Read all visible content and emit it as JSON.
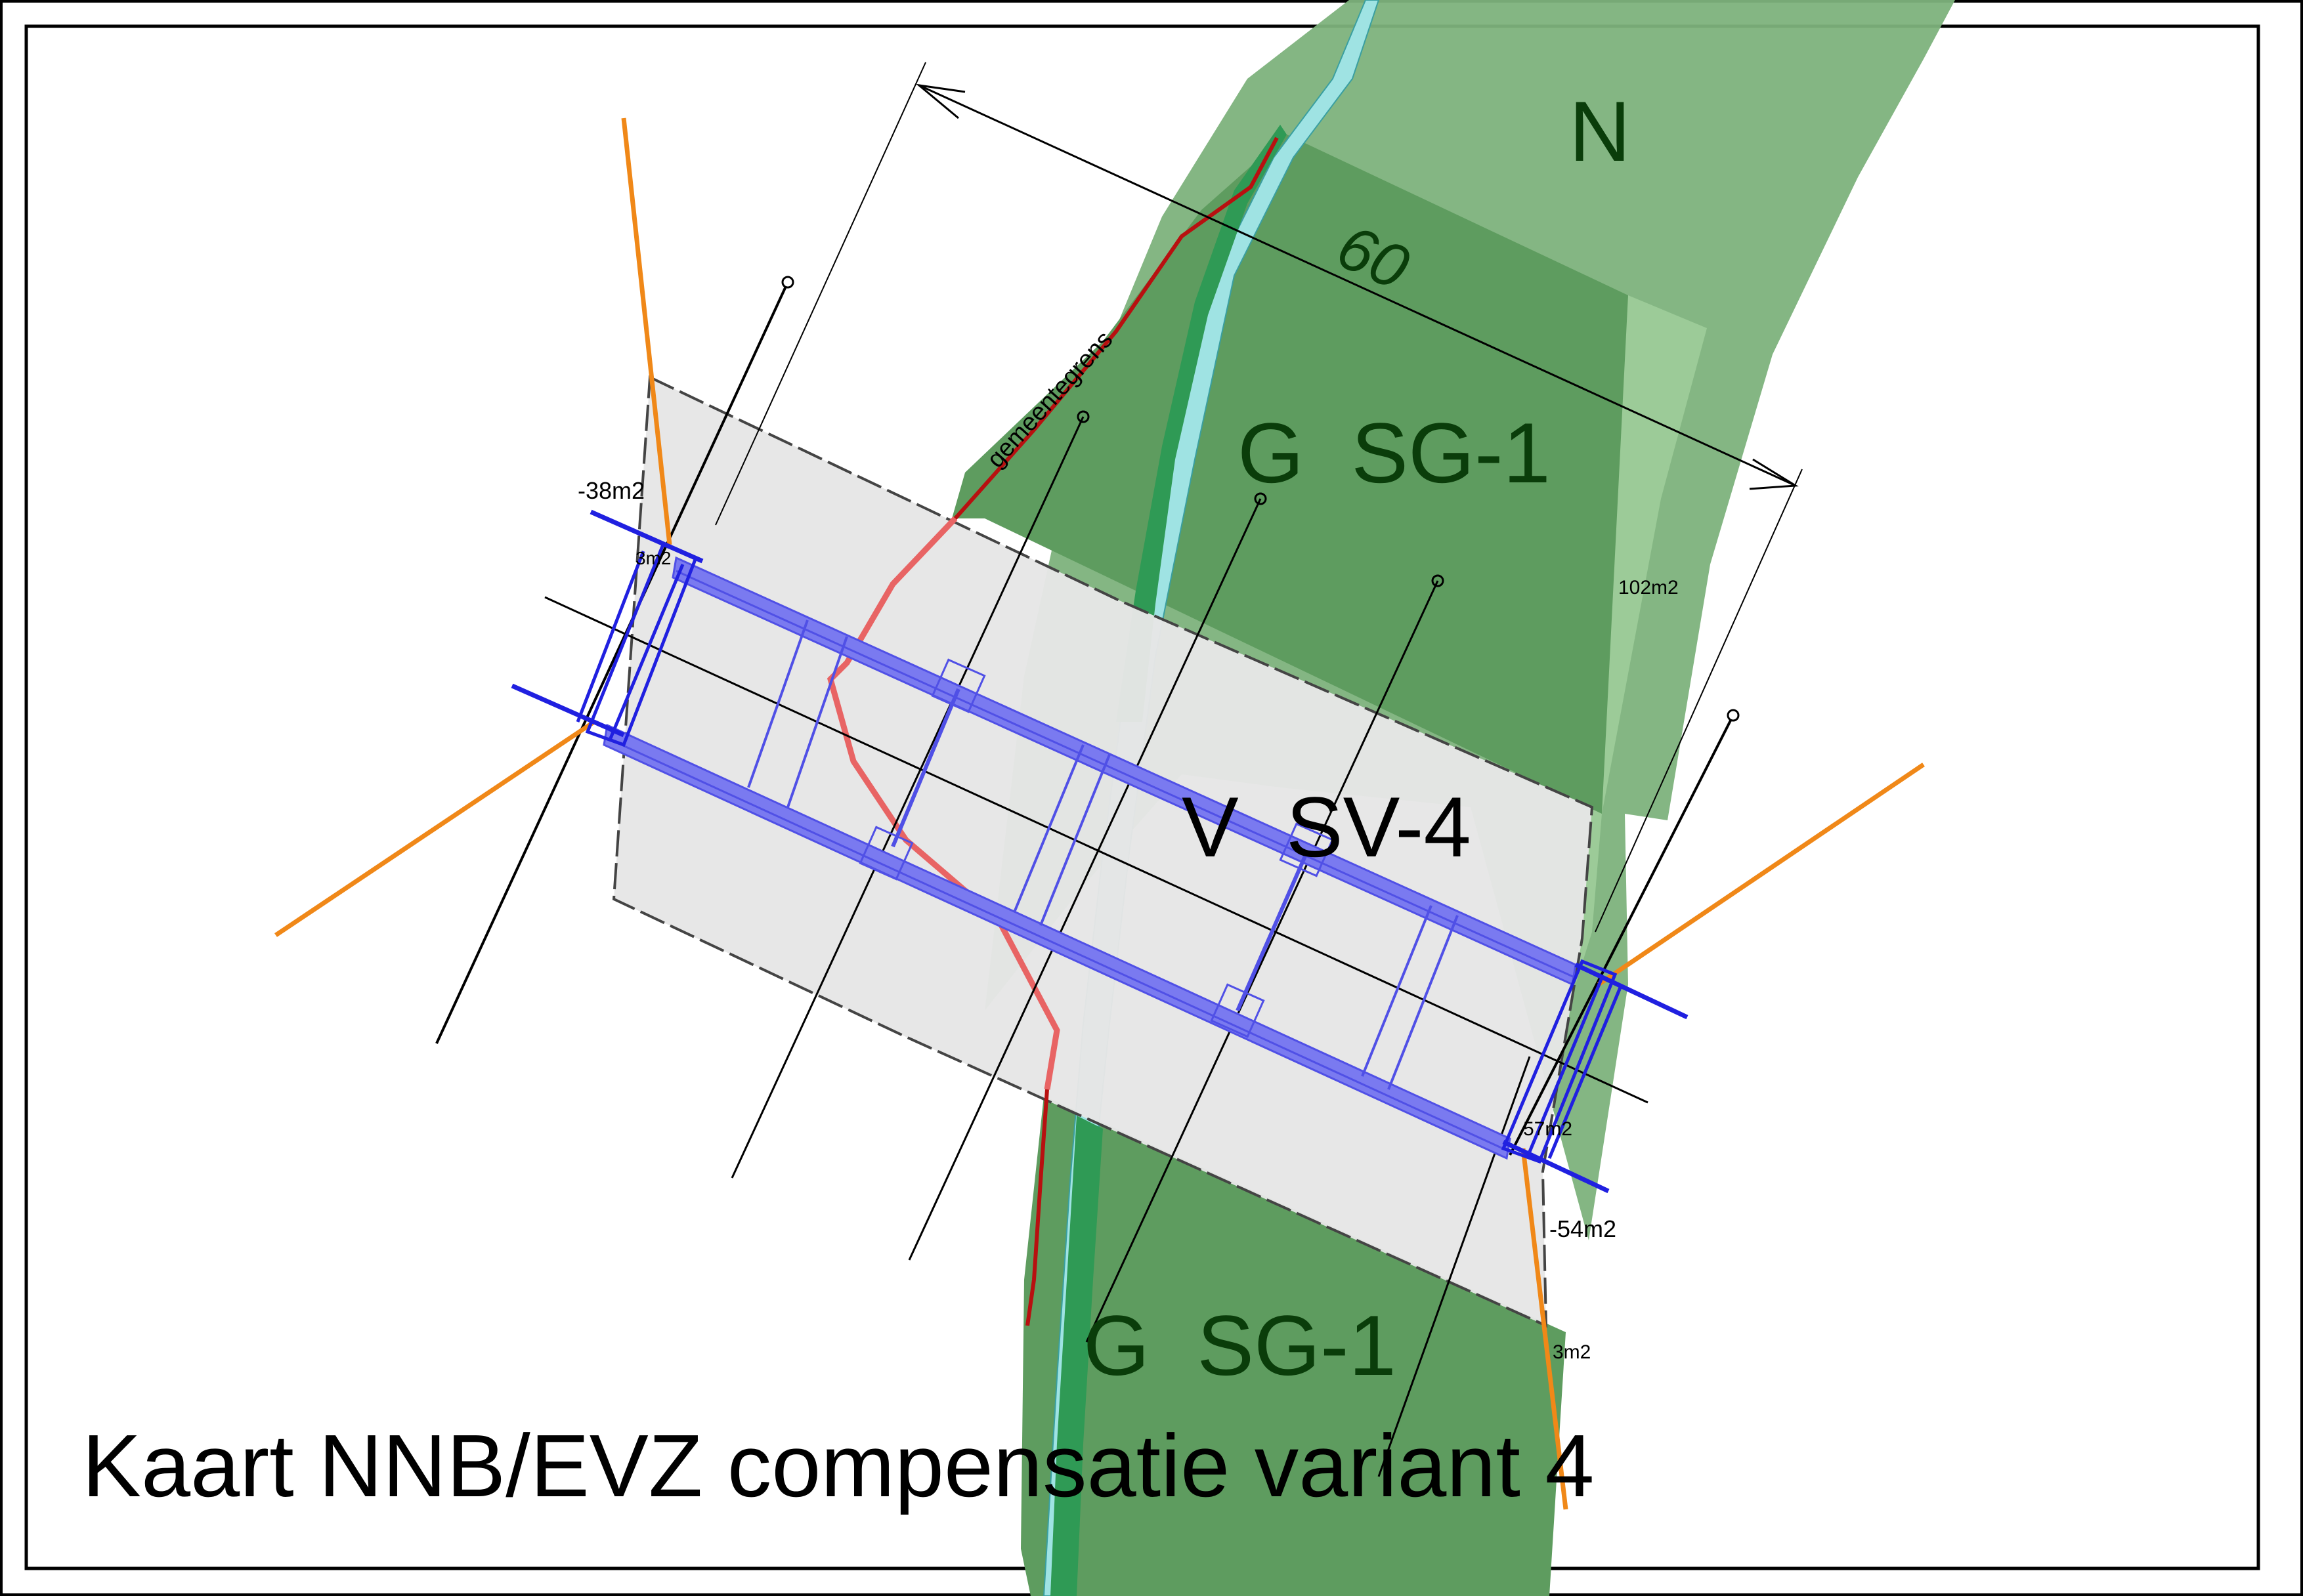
{
  "title": "Kaart NNB/EVZ compensatie variant 4",
  "zones": {
    "north_label": "N",
    "speed_label": "60",
    "sg_label_top": "G  SG-1",
    "sg_label_bottom": "G  SG-1",
    "sv_label": "V  SV-4",
    "municipality_boundary_label": "gemeentegrens"
  },
  "areas": {
    "top_left": "-38m2",
    "top_left_small": "3m2",
    "right_upper": "102m2",
    "right_lower": "-54m2",
    "right_bottom": "3m2",
    "right_mid": "57m2"
  },
  "colors": {
    "nature_dark": "#3f8a45",
    "nature_light": "#6aa86a",
    "water": "#8fe0e0",
    "bridge": "#5050e6",
    "boundary_red": "#b81010",
    "boundary_salmon": "#e86464",
    "orange_line": "#f08818",
    "grey_area": "#e6e6e6"
  }
}
